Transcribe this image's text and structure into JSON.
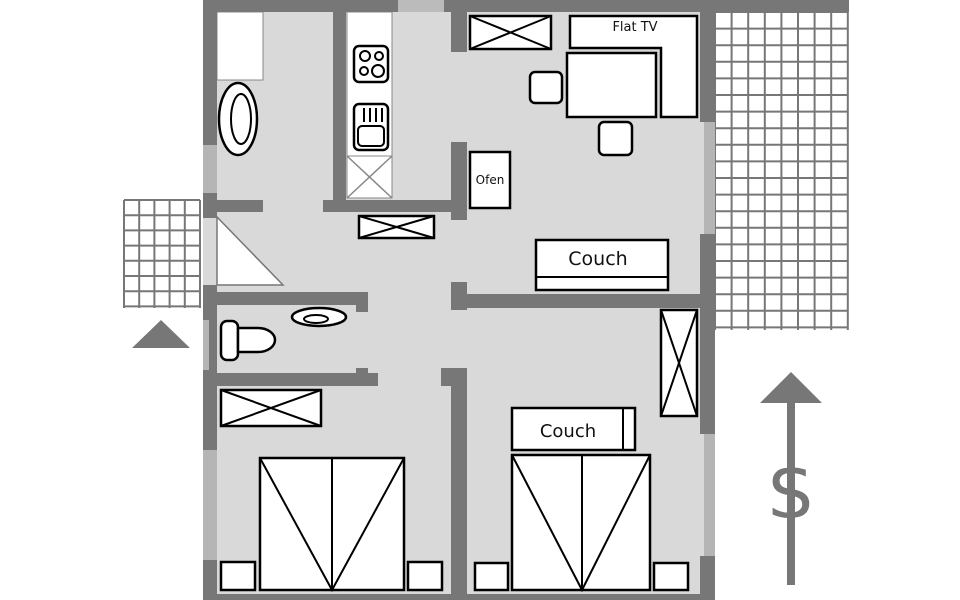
{
  "labels": {
    "flat_tv": "Flat TV",
    "oven": "Ofen",
    "living_couch": "Couch",
    "bedroom_couch": "Couch"
  },
  "compass_symbol": "$",
  "colors": {
    "wall": "#777777",
    "floor": "#d9d9d9",
    "furniture": "#ffffff"
  }
}
